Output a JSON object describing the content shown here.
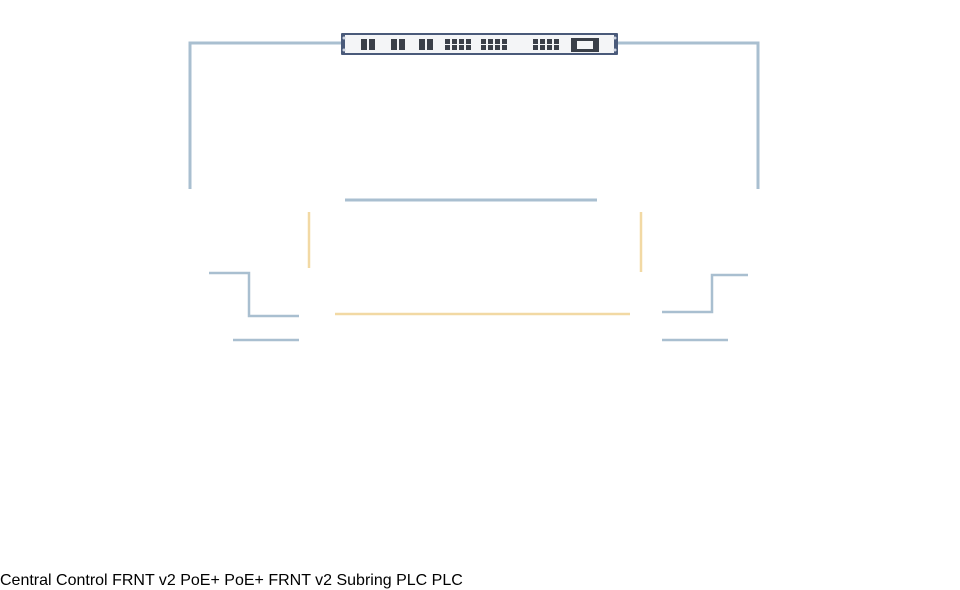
{
  "labels": {
    "central_control": "Central Control",
    "frnt_v2": "FRNT v2",
    "frnt_v2_subring": "FRNT v2 Subring",
    "poe_left": "PoE+",
    "poe_right": "PoE+",
    "plc_left": "PLC",
    "plc_right": "PLC"
  },
  "colors": {
    "ring_link": "#a9bfd0",
    "subring_link": "#f2d9a4",
    "device_link": "#a9bfd0",
    "rack_frame": "#4a5a7a",
    "rail": "#c9c9c9",
    "equipment_gray": "#cfcfcf"
  },
  "icons": [
    "rack-switch-icon",
    "din-rail-switch-icon",
    "camera-icon",
    "plc-icon",
    "railway-crossing-signal-icon",
    "barrier-gate-icon",
    "railway-track-icon"
  ]
}
